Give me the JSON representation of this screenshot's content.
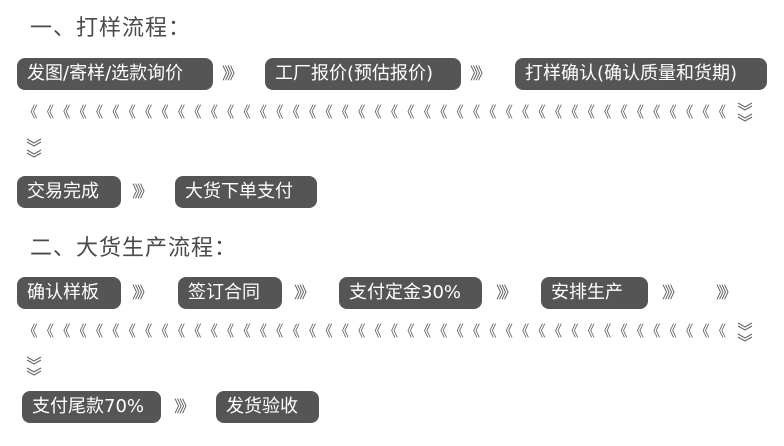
{
  "section1": {
    "title": "一、打样流程：",
    "steps": [
      "发图/寄样/选款询价",
      "工厂报价(预估报价)",
      "打样确认(确认质量和货期)",
      "交易完成",
      "大货下单支付"
    ],
    "arrow_right": "》》",
    "arrow_left_glyph": "《"
  },
  "section2": {
    "title": "二、大货生产流程：",
    "steps": [
      "确认样板",
      "签订合同",
      "支付定金30%",
      "安排生产",
      "支付尾款70%",
      "发货验收"
    ],
    "arrow_right": "》》",
    "arrow_left_glyph": "《"
  },
  "colors": {
    "pill_bg": "#555555",
    "pill_text": "#ffffff",
    "text": "#4a4a4a"
  }
}
